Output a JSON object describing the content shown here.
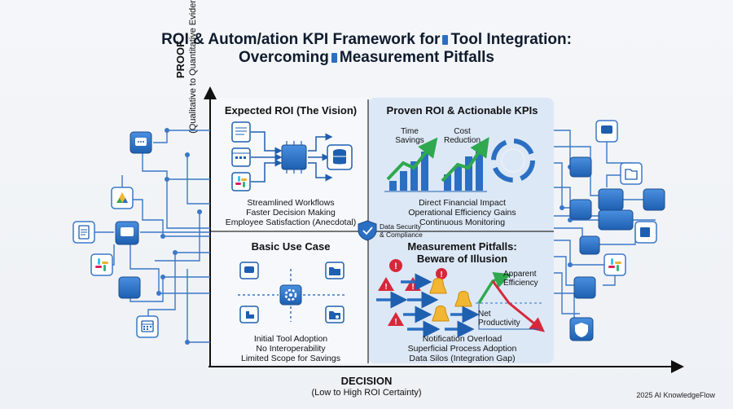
{
  "title": {
    "line1_a": "ROI & Autom/ation KPI Framework for",
    "line1_b": "Tool Integration:",
    "line2_a": "Overcoming",
    "line2_b": "Measurement Pitfalls"
  },
  "axes": {
    "y_label": "PROOF",
    "y_sublabel": "(Qualitative to Quantitative Evidence)",
    "x_label": "DECISION",
    "x_sublabel": "(Low to High ROI Certainty)"
  },
  "quadrants": {
    "top_left": {
      "title": "Expected ROI (The Vision)",
      "lines": [
        "Streamlined Workflows",
        "Faster Decision Making",
        "Employee Satisfaction (Anecdotal)"
      ]
    },
    "top_right": {
      "title": "Proven ROI & Actionable KPIs",
      "chart_labels": [
        "Time\nSavings",
        "Cost\nReduction"
      ],
      "label_time_1": "Time",
      "label_time_2": "Savings",
      "label_cost_1": "Cost",
      "label_cost_2": "Reduction",
      "lines": [
        "Direct Financial Impact",
        "Operational Efficiency Gains",
        "Continuous Monitoring"
      ]
    },
    "bottom_left": {
      "title": "Basic Use Case",
      "lines": [
        "Initial Tool Adoption",
        "No Interoperability",
        "Limited Scope for Savings"
      ]
    },
    "bottom_right": {
      "title_1": "Measurement Pitfalls:",
      "title_2": "Beware of Illusion",
      "apparent_1": "Apparent",
      "apparent_2": "Efficiency",
      "net_1": "Net",
      "net_2": "Productivity",
      "lines": [
        "Notification Overload",
        "Superficial Process Adoption",
        "Data Silos (Integration Gap)"
      ]
    }
  },
  "center_badge": {
    "line1": "Data Security",
    "line2": "& Compliance"
  },
  "footer": "2025 AI KnowledgeFlow",
  "colors": {
    "accent": "#2a6fc2",
    "green": "#2fa84f",
    "red": "#d6283a",
    "panel": "#dde8f6"
  },
  "icons": [
    "chat-icon",
    "drive-icon",
    "document-icon",
    "slack-icon",
    "calendar-icon",
    "folder-icon",
    "shield-icon",
    "database-icon",
    "gear-icon",
    "bell-icon",
    "warning-icon"
  ]
}
